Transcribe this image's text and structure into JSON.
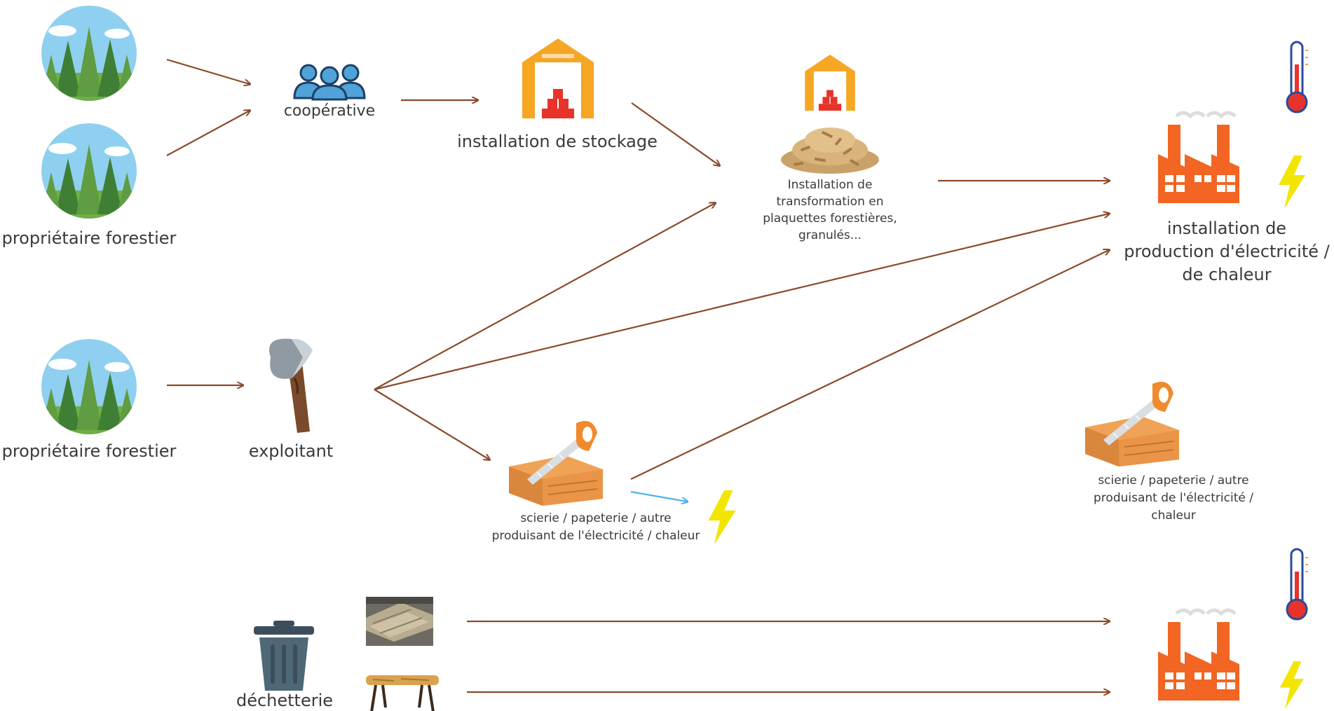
{
  "nodes": {
    "forest_owner_1": {
      "label": ""
    },
    "forest_owner_2": {
      "label": "propriétaire forestier"
    },
    "forest_owner_3": {
      "label": "propriétaire forestier"
    },
    "cooperative": {
      "label": "coopérative"
    },
    "storage": {
      "label": "installation de stockage"
    },
    "processing": {
      "label": "Installation de transformation en plaquettes forestières, granulés..."
    },
    "power_plant": {
      "label": "installation de production d'électricité / de chaleur"
    },
    "logger": {
      "label": "exploitant"
    },
    "sawmill_center": {
      "label": "scierie / papeterie / autre produisant de l'électricité / chaleur"
    },
    "sawmill_right": {
      "label": "scierie / papeterie / autre produisant de l'électricité / chaleur"
    },
    "waste_center": {
      "label": "déchetterie"
    }
  },
  "icons": {
    "forest": "forest-icon",
    "group": "people-group-icon",
    "warehouse": "warehouse-icon",
    "wood_chips": "wood-chips-icon",
    "factory": "factory-icon",
    "thermometer": "thermometer-icon",
    "lightning": "lightning-icon",
    "axe": "axe-icon",
    "saw": "saw-icon",
    "trash": "trash-can-icon",
    "planks": "wood-planks-icon",
    "table": "table-furniture-icon"
  },
  "colors": {
    "arrow": "#8a4a2a",
    "electricity_arrow": "#4fb3e8",
    "warehouse": "#f5a623",
    "factory": "#f26522",
    "lightning": "#f2e600",
    "forest_sky": "#8fd0f0",
    "forest_green": "#4e8f3a"
  }
}
